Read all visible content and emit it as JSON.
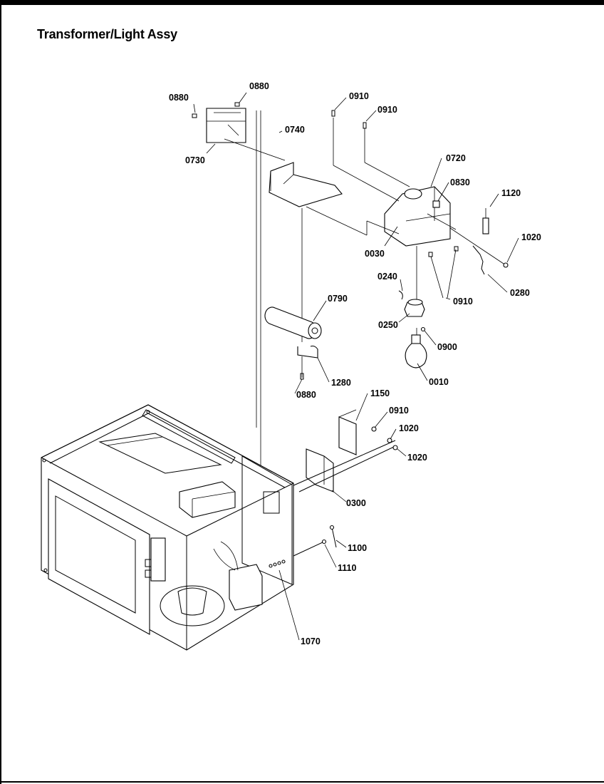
{
  "title": "Transformer/Light Assy",
  "labels": {
    "p0880a": "0880",
    "p0880b": "0880",
    "p0730": "0730",
    "p0740": "0740",
    "p0910a": "0910",
    "p0910b": "0910",
    "p0720": "0720",
    "p0830": "0830",
    "p1120": "1120",
    "p1020a": "1020",
    "p0030": "0030",
    "p0240": "0240",
    "p0910c": "0910",
    "p0280": "0280",
    "p0790": "0790",
    "p0250": "0250",
    "p0900": "0900",
    "p0010": "0010",
    "p1280": "1280",
    "p0880c": "0880",
    "p1150": "1150",
    "p0910d": "0910",
    "p1020b": "1020",
    "p1020c": "1020",
    "p0300": "0300",
    "p1100": "1100",
    "p1110": "1110",
    "p1070": "1070"
  }
}
